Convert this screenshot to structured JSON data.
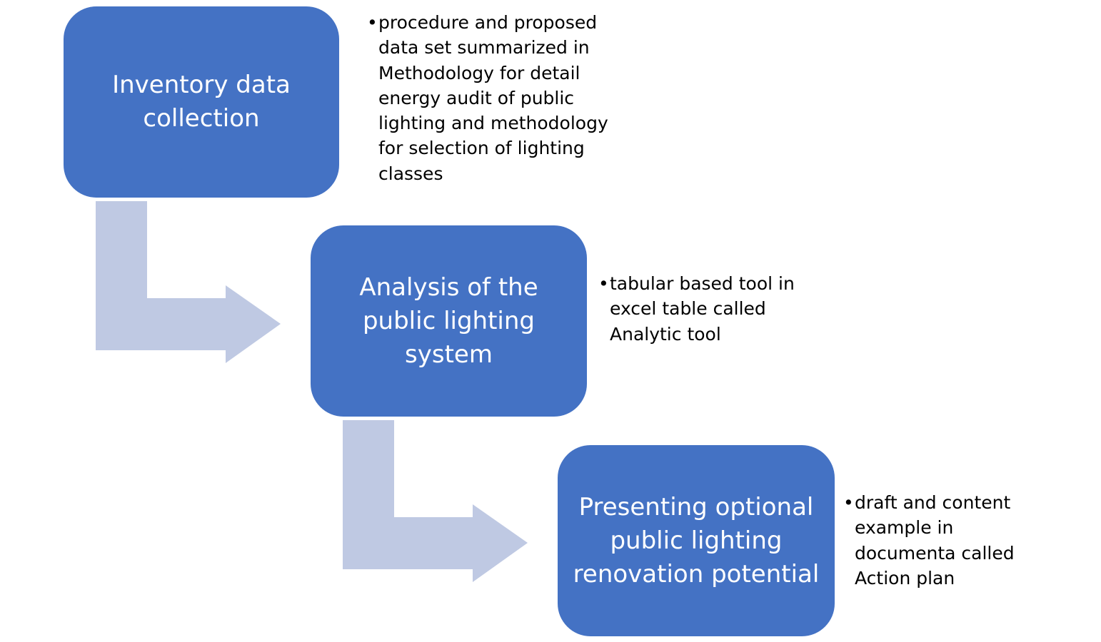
{
  "colors": {
    "box_fill": "#4472c4",
    "arrow_fill": "#bfc9e3",
    "box_text": "#ffffff",
    "note_text": "#000000",
    "background": "#ffffff"
  },
  "steps": [
    {
      "title": "Inventory data collection",
      "note": "procedure and proposed data set summarized in Methodology for detail energy audit of public lighting and methodology for selection of lighting classes"
    },
    {
      "title": "Analysis of the public lighting system",
      "note": "tabular based tool in excel table called Analytic tool"
    },
    {
      "title": "Presenting optional public lighting renovation potential",
      "note": "draft and content example in documenta called Action plan"
    }
  ],
  "bullet_glyph": "•",
  "arrow_icon": "bent-arrow-right-icon"
}
